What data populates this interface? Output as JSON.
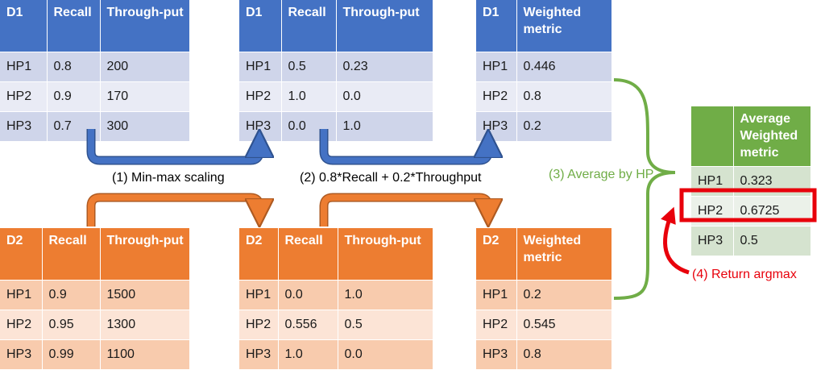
{
  "tables": {
    "d1_raw": {
      "header": [
        "D1",
        "Recall",
        "Through-put"
      ],
      "rows": [
        [
          "HP1",
          "0.8",
          "200"
        ],
        [
          "HP2",
          "0.9",
          "170"
        ],
        [
          "HP3",
          "0.7",
          "300"
        ]
      ]
    },
    "d1_scaled": {
      "header": [
        "D1",
        "Recall",
        "Through-put"
      ],
      "rows": [
        [
          "HP1",
          "0.5",
          "0.23"
        ],
        [
          "HP2",
          "1.0",
          "0.0"
        ],
        [
          "HP3",
          "0.0",
          "1.0"
        ]
      ]
    },
    "d1_weighted": {
      "header": [
        "D1",
        "Weighted metric"
      ],
      "rows": [
        [
          "HP1",
          "0.446"
        ],
        [
          "HP2",
          "0.8"
        ],
        [
          "HP3",
          "0.2"
        ]
      ]
    },
    "d2_raw": {
      "header": [
        "D2",
        "Recall",
        "Through-put"
      ],
      "rows": [
        [
          "HP1",
          "0.9",
          "1500"
        ],
        [
          "HP2",
          "0.95",
          "1300"
        ],
        [
          "HP3",
          "0.99",
          "1100"
        ]
      ]
    },
    "d2_scaled": {
      "header": [
        "D2",
        "Recall",
        "Through-put"
      ],
      "rows": [
        [
          "HP1",
          "0.0",
          "1.0"
        ],
        [
          "HP2",
          "0.556",
          "0.5"
        ],
        [
          "HP3",
          "1.0",
          "0.0"
        ]
      ]
    },
    "d2_weighted": {
      "header": [
        "D2",
        "Weighted metric"
      ],
      "rows": [
        [
          "HP1",
          "0.2"
        ],
        [
          "HP2",
          "0.545"
        ],
        [
          "HP3",
          "0.8"
        ]
      ]
    },
    "average": {
      "header": [
        "",
        "Average Weighted metric"
      ],
      "rows": [
        [
          "HP1",
          "0.323"
        ],
        [
          "HP2",
          "0.6725"
        ],
        [
          "HP3",
          "0.5"
        ]
      ]
    }
  },
  "steps": {
    "step1": "(1) Min-max scaling",
    "step2": "(2) 0.8*Recall + 0.2*Throughput",
    "step3": "(3) Average by HP",
    "step4": "(4) Return argmax"
  },
  "colors": {
    "blue": "#4472c4",
    "orange": "#ed7d31",
    "green": "#70ad47",
    "red": "#e8000b"
  }
}
